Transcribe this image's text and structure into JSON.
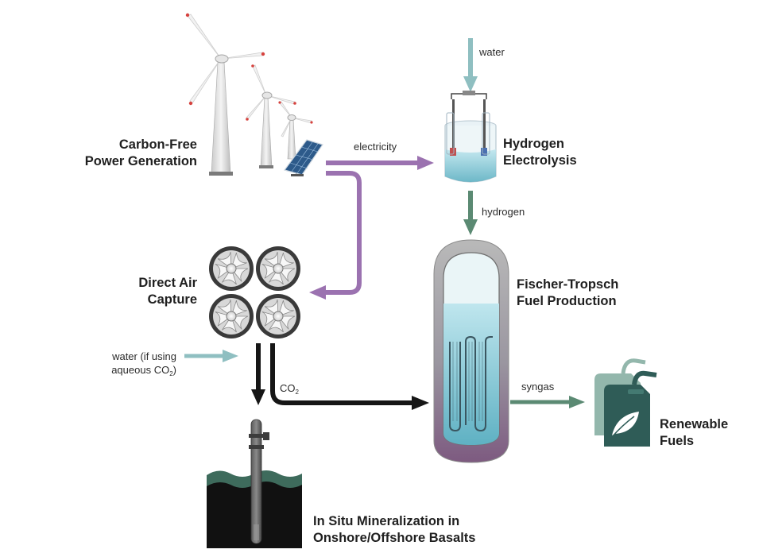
{
  "nodes": {
    "power": {
      "line1": "Carbon-Free",
      "line2": "Power Generation"
    },
    "electrolysis": {
      "line1": "Hydrogen",
      "line2": "Electrolysis"
    },
    "dac": {
      "line1": "Direct Air",
      "line2": "Capture"
    },
    "ft": {
      "line1": "Fischer-Tropsch",
      "line2": "Fuel Production"
    },
    "fuels": {
      "line1": "Renewable",
      "line2": "Fuels"
    },
    "mineral": {
      "line1": "In Situ Mineralization in",
      "line2": "Onshore/Offshore Basalts"
    }
  },
  "edges": {
    "electricity": "electricity",
    "water_top": "water",
    "hydrogen": "hydrogen",
    "water_aq_line1": "water (if using",
    "water_aq_line2_prefix": "aqueous CO",
    "water_aq_sub": "2",
    "water_aq_suffix": ")",
    "co2_prefix": "CO",
    "co2_sub": "2",
    "syngas": "syngas"
  },
  "colors": {
    "electricity_arrow": "#9b72b0",
    "water_arrow": "#8fbfc1",
    "hydrogen_arrow": "#5b8a73",
    "co2_arrow": "#161616",
    "syngas_arrow": "#5b8a73",
    "ground_teal": "#3e6b5c",
    "fuel_can": "#2f5c57"
  },
  "icons": [
    "wind-turbine-icon",
    "solar-panel-icon",
    "electrolysis-cell-icon",
    "fan-icon",
    "reactor-icon",
    "fuel-can-icon",
    "leaf-icon",
    "injection-well-icon"
  ]
}
